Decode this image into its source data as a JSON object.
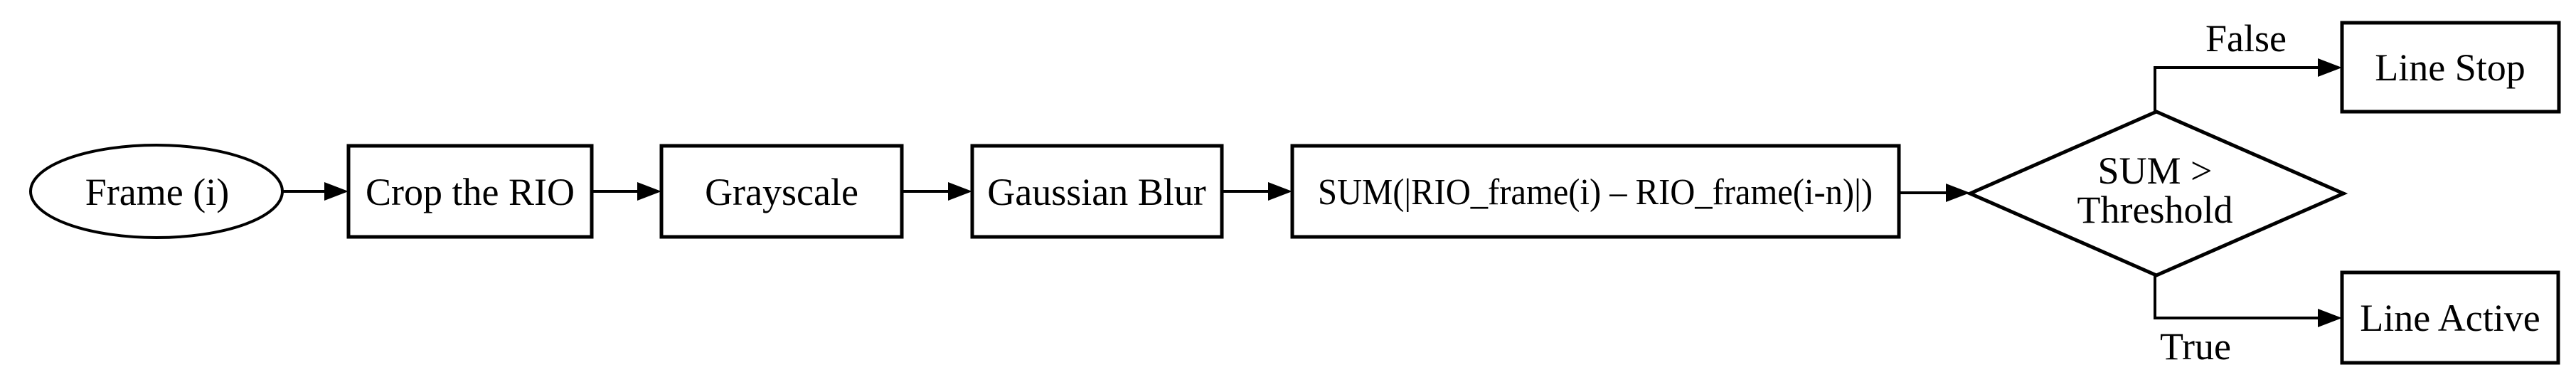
{
  "diagram": {
    "type": "flowchart",
    "background_color": "#ffffff",
    "line_color": "#000000",
    "text_color": "#000000"
  },
  "nodes": {
    "start": {
      "shape": "ellipse",
      "label": "Frame (i)"
    },
    "crop_roi": {
      "shape": "process",
      "label": "Crop the RIO"
    },
    "grayscale": {
      "shape": "process",
      "label": "Grayscale"
    },
    "gaussian_blur": {
      "shape": "process",
      "label": "Gaussian Blur"
    },
    "sum_diff": {
      "shape": "process",
      "label": "SUM(|RIO_frame(i) – RIO_frame(i-n)|)"
    },
    "decision": {
      "shape": "decision",
      "label": "SUM > Threshold",
      "label_line1": "SUM >",
      "label_line2": "Threshold"
    },
    "line_stop": {
      "shape": "process",
      "label": "Line Stop"
    },
    "line_active": {
      "shape": "process",
      "label": "Line Active"
    }
  },
  "edges": {
    "false_branch": {
      "from": "decision",
      "to": "line_stop",
      "label": "False"
    },
    "true_branch": {
      "from": "decision",
      "to": "line_active",
      "label": "True"
    }
  }
}
